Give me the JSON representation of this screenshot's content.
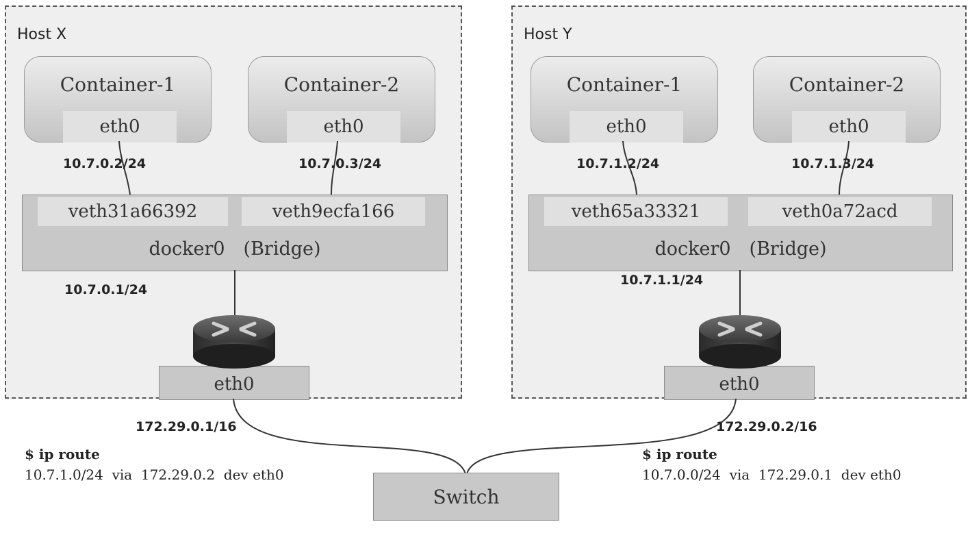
{
  "host_x": {
    "title": "Host X",
    "container1": {
      "name": "Container-1",
      "iface": "eth0",
      "ip": "10.7.0.2/24"
    },
    "container2": {
      "name": "Container-2",
      "iface": "eth0",
      "ip": "10.7.0.3/24"
    },
    "veth1": "veth31a66392",
    "veth2": "veth9ecfa166",
    "bridge_label": "docker0　(Bridge)",
    "bridge_ip": "10.7.0.1/24",
    "eth_label": "eth0",
    "eth_ip": "172.29.0.1/16",
    "route_cmd": "$ ip route",
    "route_entry": "10.7.1.0/24  via  172.29.0.2  dev eth0"
  },
  "host_y": {
    "title": "Host Y",
    "container1": {
      "name": "Container-1",
      "iface": "eth0",
      "ip": "10.7.1.2/24"
    },
    "container2": {
      "name": "Container-2",
      "iface": "eth0",
      "ip": "10.7.1.3/24"
    },
    "veth1": "veth65a33321",
    "veth2": "veth0a72acd",
    "bridge_label": "docker0　(Bridge)",
    "bridge_ip": "10.7.1.1/24",
    "eth_label": "eth0",
    "eth_ip": "172.29.0.2/16",
    "route_cmd": "$ ip route",
    "route_entry": "10.7.0.0/24  via  172.29.0.1  dev eth0"
  },
  "switch": {
    "label": "Switch"
  },
  "icons": {
    "router": "router-icon"
  }
}
